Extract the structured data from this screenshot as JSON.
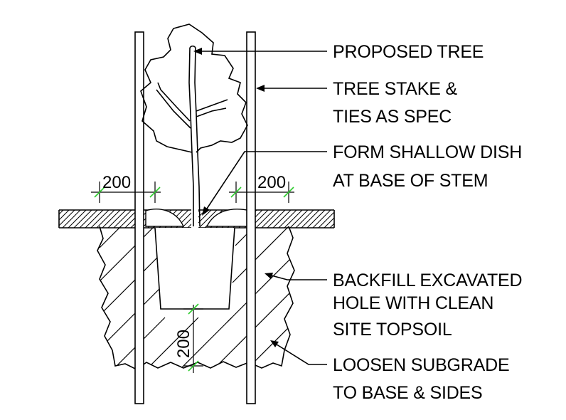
{
  "labels": {
    "proposed_tree": "PROPOSED TREE",
    "tree_stake_1": "TREE STAKE &",
    "tree_stake_2": "TIES AS SPEC",
    "form_dish_1": "FORM SHALLOW  DISH",
    "form_dish_2": "AT BASE OF STEM",
    "backfill_1": "BACKFILL EXCAVATED",
    "backfill_2": "HOLE WITH CLEAN",
    "backfill_3": "SITE TOPSOIL",
    "loosen_1": "LOOSEN SUBGRADE",
    "loosen_2": "TO BASE & SIDES"
  },
  "dimensions": {
    "left_offset": "200",
    "right_offset": "200",
    "base_depth": "200"
  },
  "colors": {
    "linework": "#000000",
    "dimension_ticks": "#2ecc2e",
    "background": "#ffffff"
  }
}
